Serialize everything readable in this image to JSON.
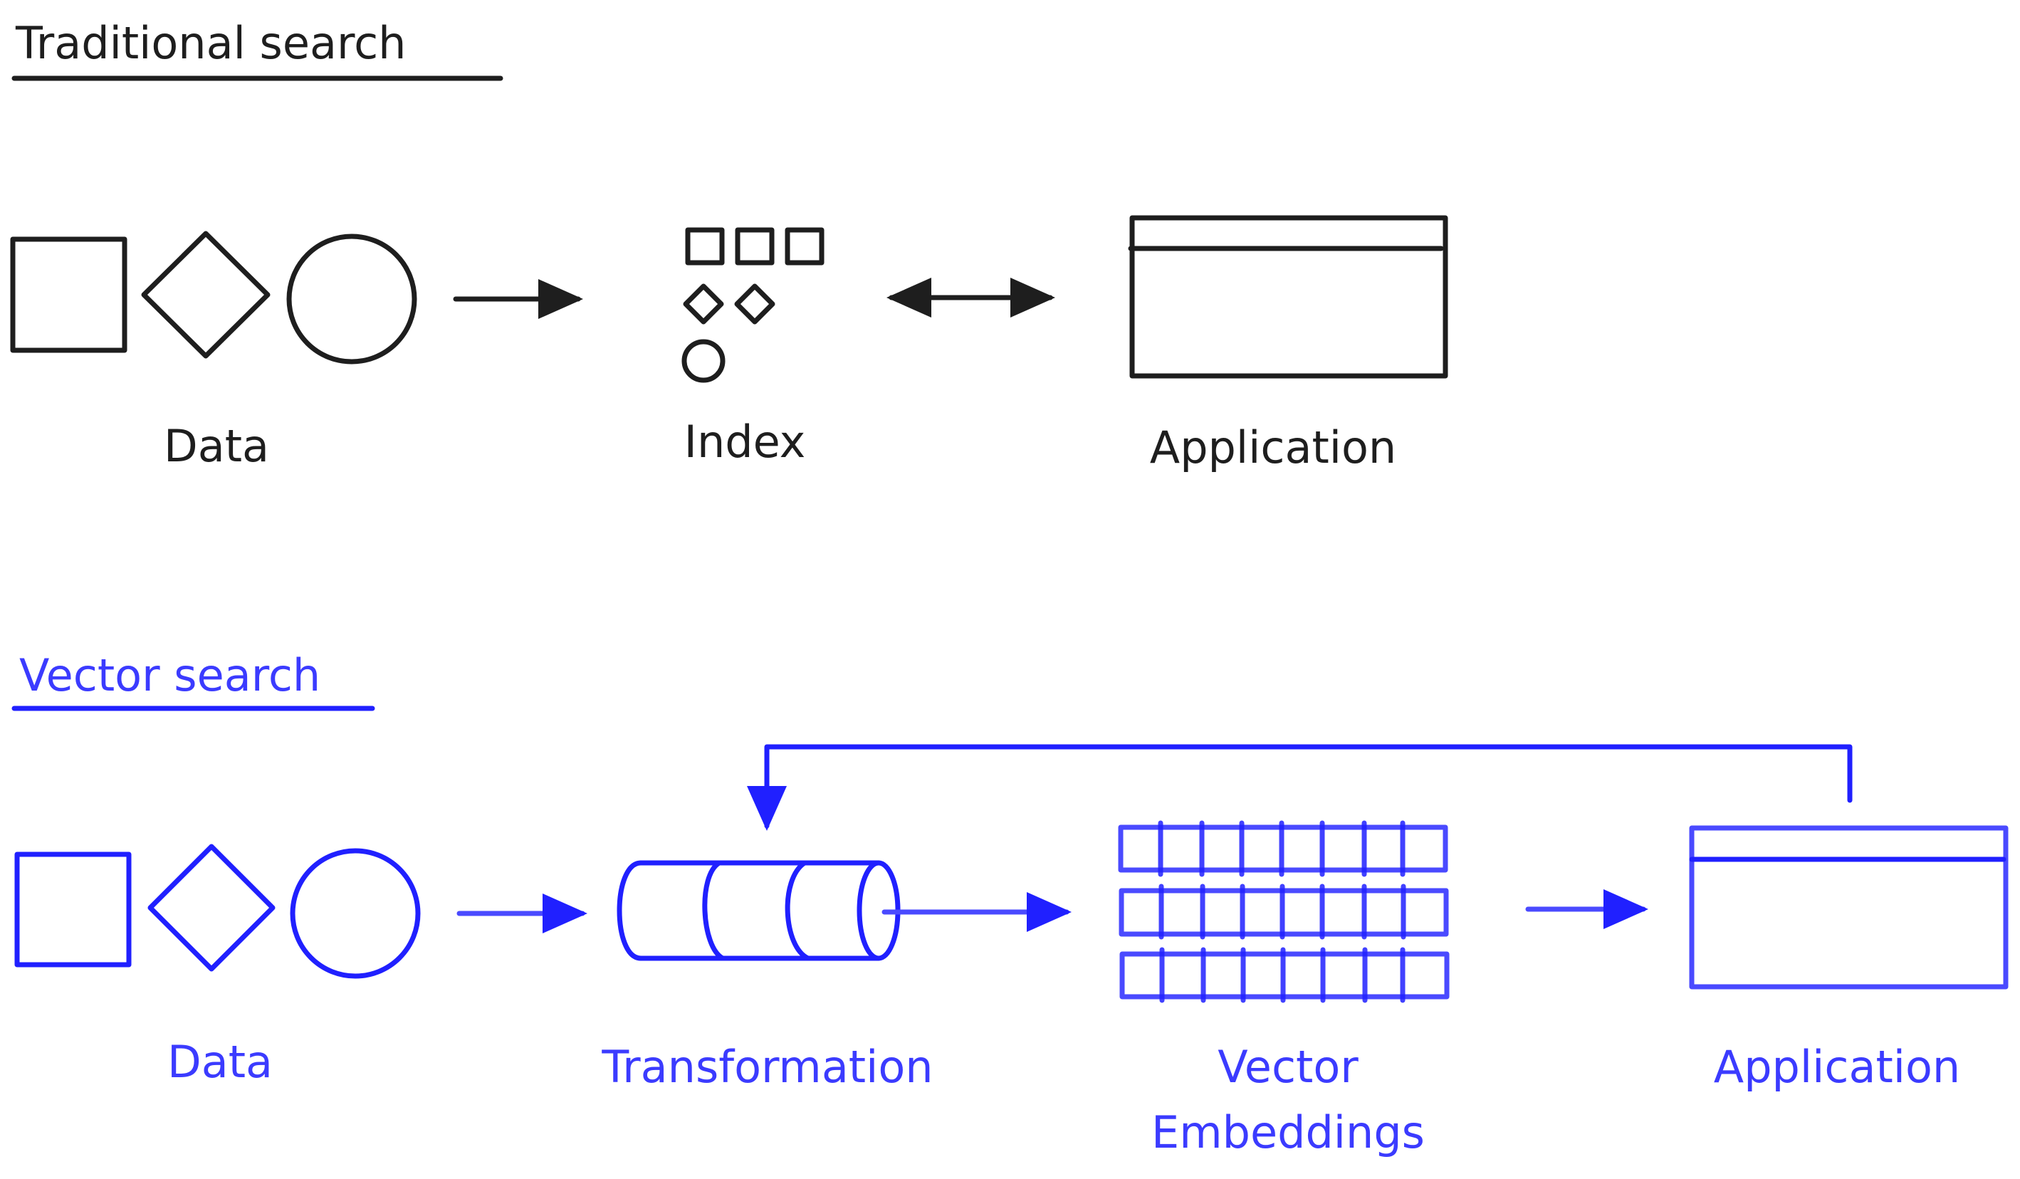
{
  "traditional": {
    "title": "Traditional search",
    "labels": {
      "data": "Data",
      "index": "Index",
      "application": "Application"
    }
  },
  "vector": {
    "title": "Vector search",
    "labels": {
      "data": "Data",
      "transformation": "Transformation",
      "vector_line1": "Vector",
      "vector_line2": "Embeddings",
      "application": "Application"
    }
  },
  "colors": {
    "traditional": "#1e1e1e",
    "vector": "#2020ff"
  }
}
